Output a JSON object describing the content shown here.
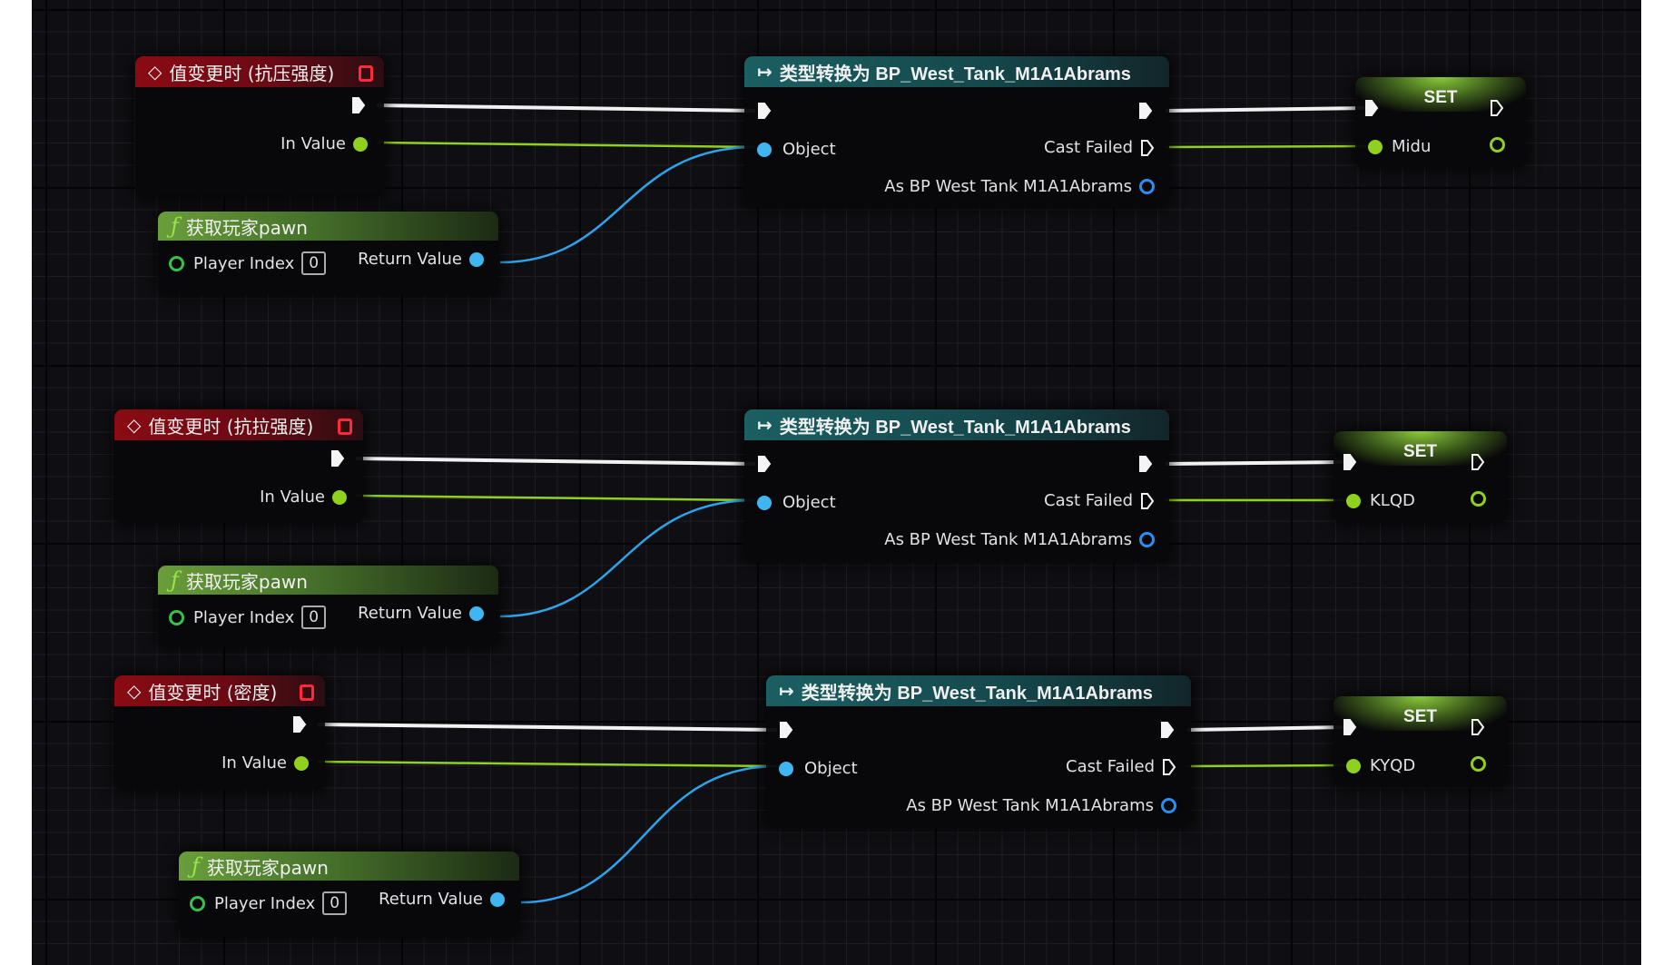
{
  "canvas": {
    "type": "blueprint-graph"
  },
  "colors": {
    "exec_wire": "#f2f2f2",
    "bool_wire": "#8fd11e",
    "object_wire": "#2ea3e8",
    "event_header": "#8a0b14",
    "function_header": "#6a9e3a",
    "cast_header": "#1b5f62",
    "set_header": "#8ac93b",
    "delegate_pin": "#ff2a3c"
  },
  "groups": [
    {
      "event": {
        "title": "值变更时 (抗压强度)",
        "in_value_label": "In Value"
      },
      "pawn": {
        "title": "获取玩家pawn",
        "player_index_label": "Player Index",
        "player_index_value": "0",
        "return_label": "Return Value"
      },
      "cast": {
        "title": "类型转换为 BP_West_Tank_M1A1Abrams",
        "object_label": "Object",
        "cast_failed_label": "Cast Failed",
        "as_label": "As BP West Tank M1A1Abrams"
      },
      "set": {
        "title": "SET",
        "var_label": "Midu"
      }
    },
    {
      "event": {
        "title": "值变更时 (抗拉强度)",
        "in_value_label": "In Value"
      },
      "pawn": {
        "title": "获取玩家pawn",
        "player_index_label": "Player Index",
        "player_index_value": "0",
        "return_label": "Return Value"
      },
      "cast": {
        "title": "类型转换为 BP_West_Tank_M1A1Abrams",
        "object_label": "Object",
        "cast_failed_label": "Cast Failed",
        "as_label": "As BP West Tank M1A1Abrams"
      },
      "set": {
        "title": "SET",
        "var_label": "KLQD"
      }
    },
    {
      "event": {
        "title": "值变更时 (密度)",
        "in_value_label": "In Value"
      },
      "pawn": {
        "title": "获取玩家pawn",
        "player_index_label": "Player Index",
        "player_index_value": "0",
        "return_label": "Return Value"
      },
      "cast": {
        "title": "类型转换为 BP_West_Tank_M1A1Abrams",
        "object_label": "Object",
        "cast_failed_label": "Cast Failed",
        "as_label": "As BP West Tank M1A1Abrams"
      },
      "set": {
        "title": "SET",
        "var_label": "KYQD"
      }
    }
  ]
}
